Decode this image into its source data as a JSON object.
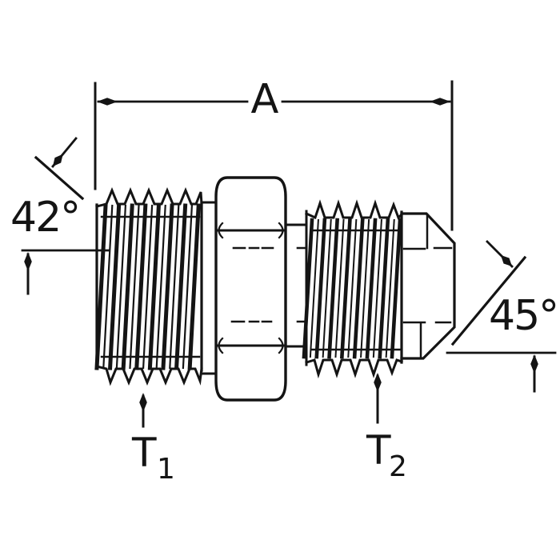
{
  "drawing": {
    "type": "technical-line-drawing",
    "subject": "hex-body hydraulic adapter fitting: male tapered pipe thread to male 45-degree flare",
    "labels": {
      "overall_length": "A",
      "left_taper_angle": "42°",
      "right_flare_angle": "45°",
      "left_thread": {
        "base": "T",
        "sub": "1"
      },
      "right_thread": {
        "base": "T",
        "sub": "2"
      }
    },
    "colors": {
      "line": "#141414",
      "background": "#ffffff"
    }
  }
}
